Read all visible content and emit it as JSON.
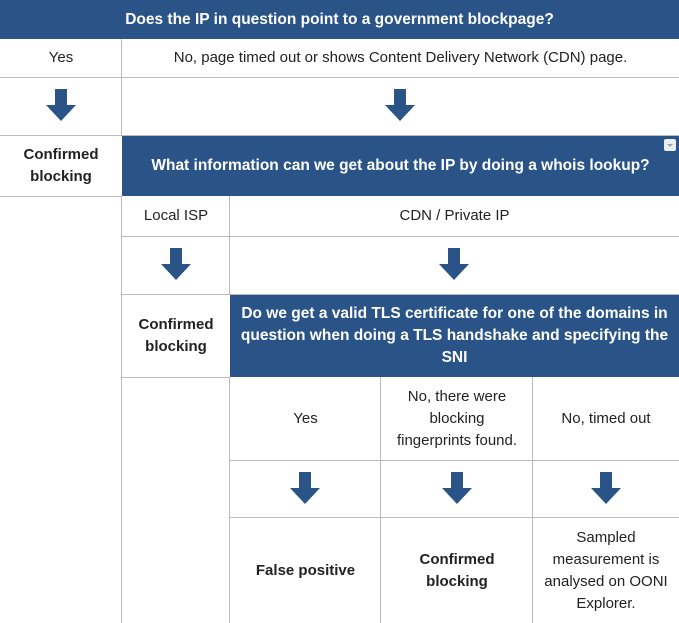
{
  "q1": {
    "title": "Does the IP in question point to a government blockpage?",
    "yes": "Yes",
    "no": "No, page timed out or shows Content Delivery Network (CDN) page.",
    "result": "Confirmed blocking"
  },
  "q2": {
    "title": "What information can we get about the IP by doing a whois lookup?",
    "local_isp": "Local ISP",
    "cdn": "CDN / Private IP",
    "result": "Confirmed blocking"
  },
  "q3": {
    "title": "Do we get a valid TLS certificate for one of the domains in question when doing a TLS handshake and specifying the SNI",
    "yes": "Yes",
    "no_fingerprints": "No, there were blocking fingerprints found.",
    "no_timeout": "No, timed out",
    "false_positive": "False positive",
    "confirmed": "Confirmed blocking",
    "sampled": "Sampled measurement is analysed on OONI Explorer."
  },
  "colors": {
    "header_bg": "#2a5488",
    "arrow": "#2a5488",
    "grid": "#b8bcc2"
  },
  "icons": {
    "arrow": "down-arrow-icon",
    "dropdown": "dropdown-icon"
  }
}
